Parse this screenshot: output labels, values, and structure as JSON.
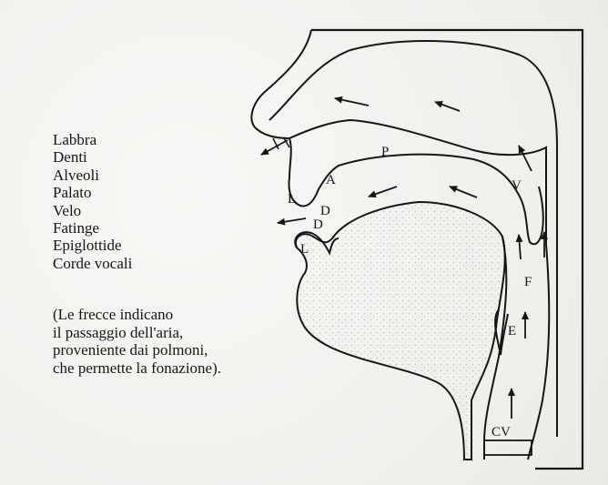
{
  "legend": [
    "Labbra",
    "Denti",
    "Alveoli",
    "Palato",
    "Velo",
    "Fatinge",
    "Epiglottide",
    "Corde vocali"
  ],
  "note": [
    "(Le frecce indicano",
    "il passaggio dell'aria,",
    "proveniente dai polmoni,",
    "che permette la fonazione)."
  ],
  "labels": {
    "lip_upper": "L",
    "tooth_upper": "D",
    "alveoli": "A",
    "palate": "P",
    "velum": "V",
    "tooth_lower": "D",
    "lip_lower": "L",
    "pharynx": "F",
    "epiglottis": "E",
    "vocal_cords": "CV"
  },
  "colors": {
    "ink": "#161616",
    "stipple": "#bdbdbd"
  }
}
